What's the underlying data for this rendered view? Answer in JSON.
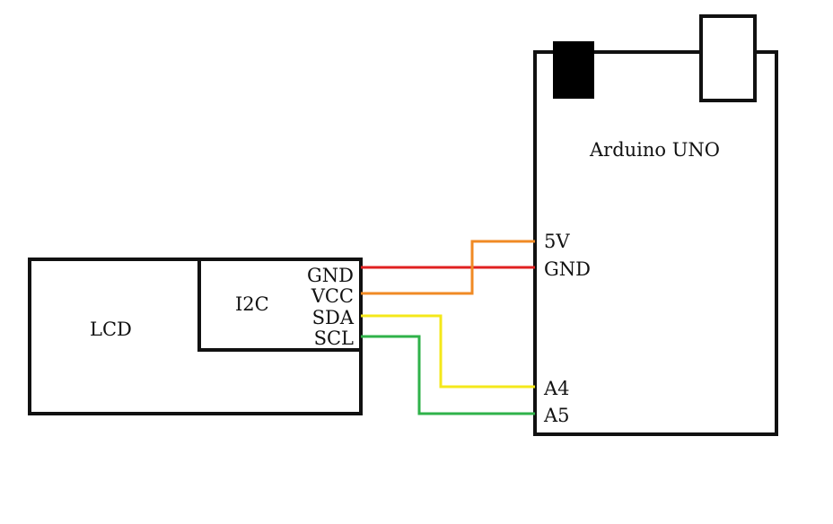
{
  "arduino": {
    "title": "Arduino UNO",
    "pins": {
      "v5": "5V",
      "gnd": "GND",
      "a4": "A4",
      "a5": "A5"
    }
  },
  "lcd": {
    "label": "LCD"
  },
  "i2c": {
    "label": "I2C",
    "pins": {
      "gnd": "GND",
      "vcc": "VCC",
      "sda": "SDA",
      "scl": "SCL"
    }
  },
  "wire_colors": {
    "gnd": "#e02020",
    "vcc": "#f08a24",
    "sda": "#f4e81a",
    "scl": "#2fb24a"
  }
}
